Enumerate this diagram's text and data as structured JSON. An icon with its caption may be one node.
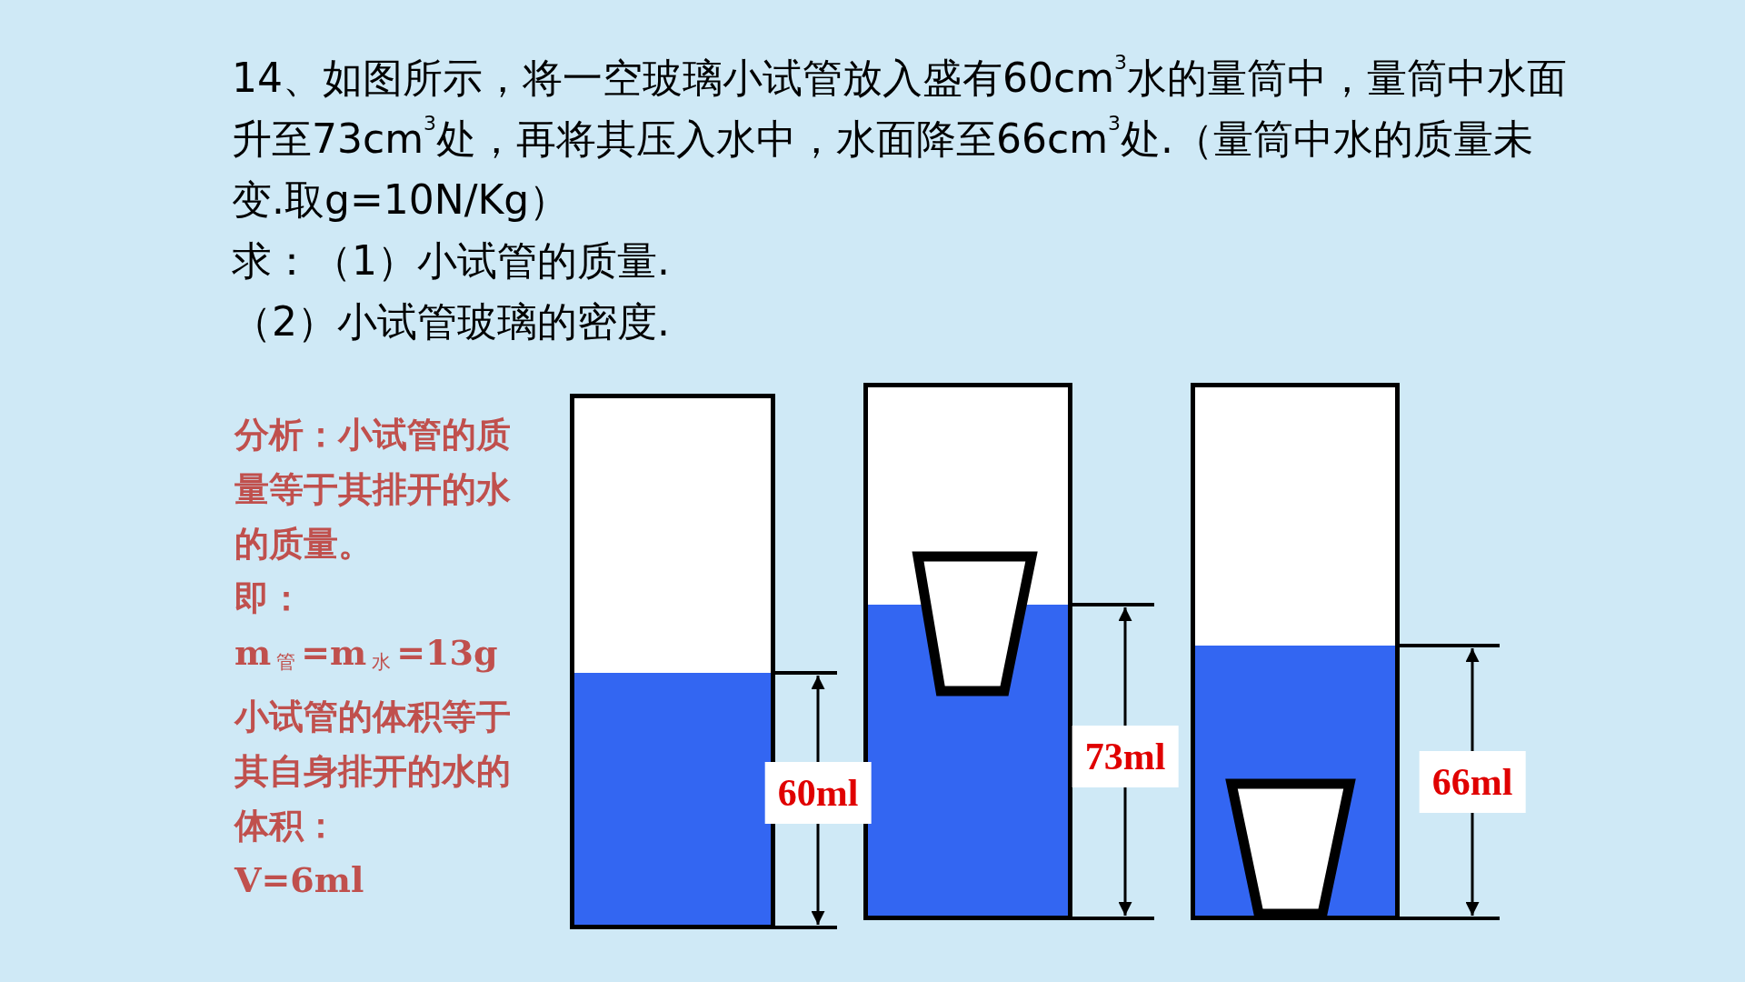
{
  "diagram": {
    "nodes": [
      {
        "text": [],
        "shape": "cylinder",
        "beside": [
          "60ml"
        ]
      },
      {
        "text": [],
        "shape": "cylinder",
        "beside": [
          "73ml"
        ]
      },
      {
        "text": [],
        "shape": "cylinder",
        "beside": [
          "66ml"
        ]
      }
    ],
    "labels": [
      "14、如图所示，将一空玻璃小试管放入盛有60cm$^{3}$水的量筒中，量筒中水面升至73cm$^{3}$处，再将其压入水中，水面降至66cm$^{3}$处.（量筒中水的质量未变.取g=10N/Kg）",
      "求：（1）小试管的质量.",
      "（2）小试管玻璃的密度.",
      "分析：小试管的质量等于其排开的水的质量。",
      "即：",
      "m$_{管}$=m$_{水}$=13g",
      "小试管的体积等于其自身排开的水的体积：",
      "V=6ml"
    ]
  }
}
